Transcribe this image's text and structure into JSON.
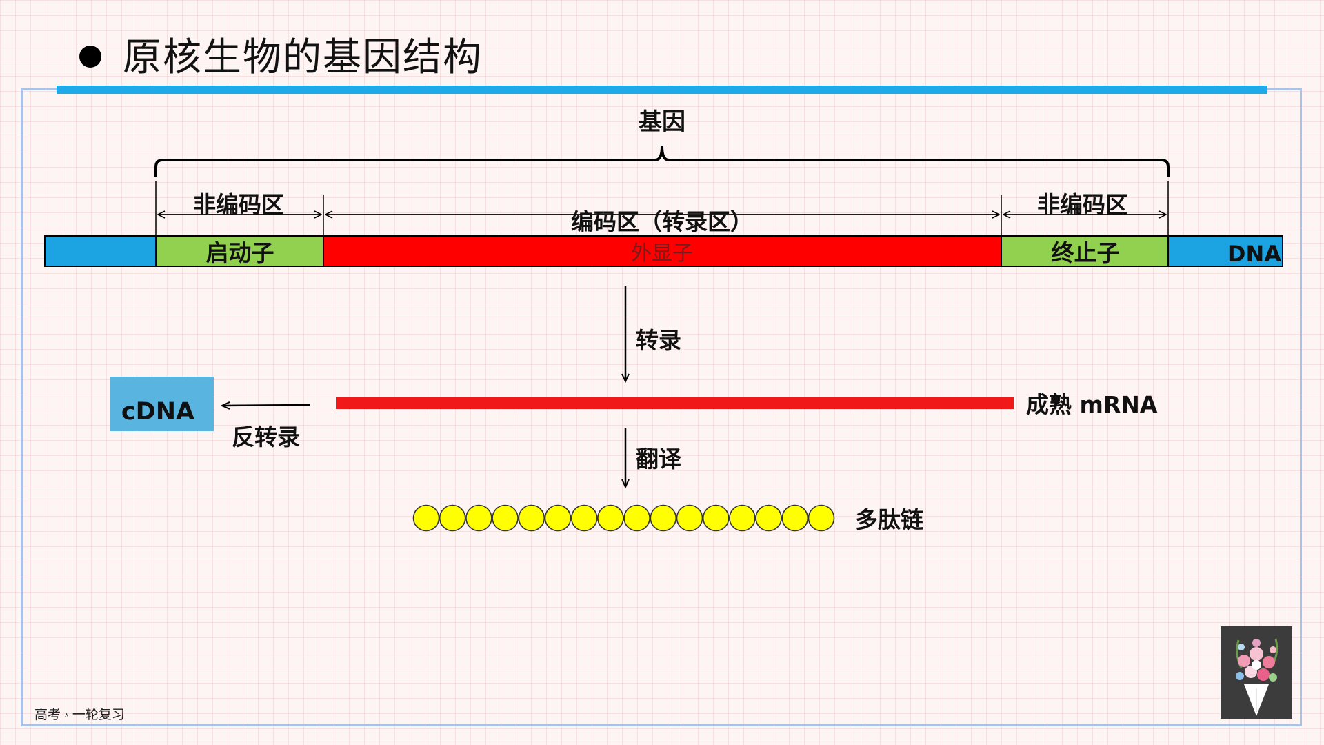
{
  "slide": {
    "title": "原核生物的基因结构",
    "footer_main": "高考",
    "footer_small": "λ",
    "footer_tail": "一轮复习"
  },
  "diagram": {
    "gene_label": "基因",
    "noncoding_left_label": "非编码区",
    "coding_label": "编码区（转录区）",
    "noncoding_right_label": "非编码区",
    "promoter_label": "启动子",
    "exon_label": "外显子",
    "terminator_label": "终止子",
    "dna_label": "DNA",
    "transcription_label": "转录",
    "mrna_label": "成熟 mRNA",
    "reverse_transcription_label": "反转录",
    "cdna_label": "cDNA",
    "translation_label": "翻译",
    "polypeptide_label": "多肽链",
    "amino_acid_count": 16
  },
  "colors": {
    "dna_blue": "#1ca3e2",
    "promoter_green": "#92d050",
    "exon_red": "#ff0000",
    "mrna_red": "#f01818",
    "amino_yellow": "#ffff00",
    "cdna_blue": "#5ab4e0",
    "accent_blue": "#1ea9e9"
  }
}
